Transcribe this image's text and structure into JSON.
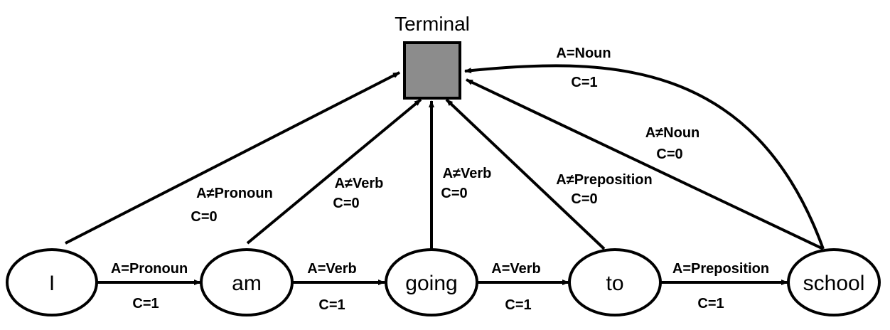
{
  "terminal": {
    "label": "Terminal",
    "color": "#8c8c8c"
  },
  "nodes": [
    {
      "id": "I",
      "label": "I"
    },
    {
      "id": "am",
      "label": "am"
    },
    {
      "id": "going",
      "label": "going"
    },
    {
      "id": "to",
      "label": "to"
    },
    {
      "id": "school",
      "label": "school"
    }
  ],
  "sequence_edges": [
    {
      "from": "I",
      "to": "am",
      "condition": "A=Pronoun",
      "cost": "C=1"
    },
    {
      "from": "am",
      "to": "going",
      "condition": "A=Verb",
      "cost": "C=1"
    },
    {
      "from": "going",
      "to": "to",
      "condition": "A=Verb",
      "cost": "C=1"
    },
    {
      "from": "to",
      "to": "school",
      "condition": "A=Preposition",
      "cost": "C=1"
    }
  ],
  "terminal_edges": [
    {
      "from": "I",
      "condition": "A≠Pronoun",
      "cost": "C=0"
    },
    {
      "from": "am",
      "condition": "A≠Verb",
      "cost": "C=0"
    },
    {
      "from": "going",
      "condition": "A≠Verb",
      "cost": "C=0"
    },
    {
      "from": "to",
      "condition": "A≠Preposition",
      "cost": "C=0"
    },
    {
      "from": "school",
      "condition": "A≠Noun",
      "cost": "C=0"
    },
    {
      "from": "school",
      "condition": "A=Noun",
      "cost": "C=1"
    }
  ]
}
